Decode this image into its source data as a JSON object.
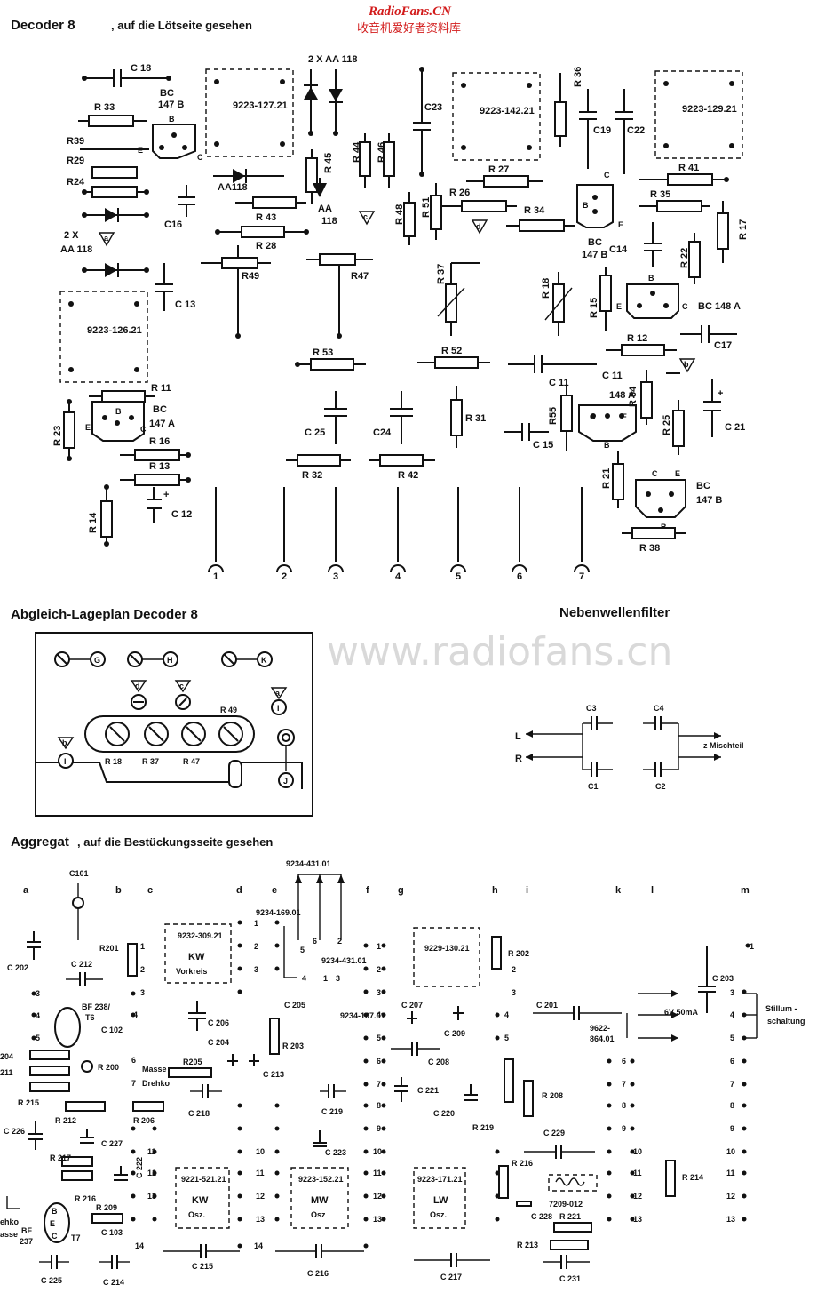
{
  "watermark": {
    "brand": "RadioFans.CN",
    "brand_cn": "收音机爱好者资料库",
    "site": "www.radiofans.cn"
  },
  "decoder": {
    "title": "Decoder 8",
    "subtitle": ", auf die Lötseite gesehen",
    "filters": [
      "9223-127.21",
      "9223-142.21",
      "9223-129.21",
      "9223-126.21"
    ],
    "transistors": [
      "BC 147 B",
      "BC 147 B",
      "BC 148 A",
      "BC 147A",
      "BC 148 A",
      "BC 147 B"
    ],
    "resistors": [
      "R 33",
      "R39",
      "R29",
      "R24",
      "R 43",
      "R 28",
      "R49",
      "R47",
      "R 45",
      "R 44",
      "R 46",
      "R 48",
      "R 51",
      "R 27",
      "R 26",
      "R 34",
      "R 36",
      "R 41",
      "R 35",
      "R 17",
      "R 22",
      "R 18",
      "R 37",
      "R 15",
      "R 12",
      "R 53",
      "R 52",
      "R 31",
      "R 11",
      "R 23",
      "R 16",
      "R 13",
      "R 14",
      "R55",
      "R 54",
      "R 25",
      "R 32",
      "R 42",
      "R 21",
      "R 38"
    ],
    "capacitors": [
      "C 18",
      "C23",
      "C19",
      "C22",
      "C16",
      "C 13",
      "C14",
      "C17",
      "C 11",
      "C 15",
      "C 21",
      "C 25",
      "C24",
      "C 12"
    ],
    "diodes": [
      "2 X AA 118",
      "AA118",
      "AA 118",
      "2 X AA 118"
    ],
    "terminals": [
      "1",
      "2",
      "3",
      "4",
      "5",
      "6",
      "7"
    ],
    "test_points": [
      "a",
      "b",
      "c",
      "d"
    ]
  },
  "align": {
    "title": "Abgleich-Lageplan Decoder 8",
    "points": [
      "G",
      "H",
      "K",
      "I",
      "J"
    ],
    "trimmers": [
      "R 18",
      "R 37",
      "R 47",
      "R 49"
    ],
    "marks": [
      "a",
      "b",
      "c",
      "d"
    ]
  },
  "filter": {
    "title": "Nebenwellenfilter",
    "caps": [
      "C3",
      "C4",
      "C1",
      "C2"
    ],
    "left_labels": [
      "L",
      "R"
    ],
    "right_label": "z Mischteil"
  },
  "aggregat": {
    "title": "Aggregat",
    "subtitle": ", auf die Bestückungsseite gesehen",
    "columns": [
      "a",
      "b",
      "c",
      "d",
      "e",
      "f",
      "g",
      "h",
      "i",
      "k",
      "l",
      "m"
    ],
    "modules": [
      {
        "id": "9232-309.21",
        "l1": "KW",
        "l2": "Vorkreis"
      },
      {
        "id": "9229-130.21",
        "l1": "",
        "l2": ""
      },
      {
        "id": "9221-521.21",
        "l1": "KW",
        "l2": "Osz."
      },
      {
        "id": "9223-152.21",
        "l1": "MW",
        "l2": "Osz"
      },
      {
        "id": "9223-171.21",
        "l1": "LW",
        "l2": "Osz."
      }
    ],
    "parts": [
      "C101",
      "C 202",
      "C 212",
      "R201",
      "BF 238/ T6",
      "C 102",
      "R 200",
      "Masse",
      "Drehko",
      "C 206",
      "C 204",
      "R205",
      "C 218",
      "C 213",
      "R 203",
      "C 205",
      "C 207",
      "C 209",
      "C 208",
      "C 221",
      "C 219",
      "C 223",
      "C 220",
      "R 202",
      "R 208",
      "R 219",
      "C 201",
      "C 229",
      "R 216",
      "C 228",
      "7209-012",
      "R 221",
      "R 213",
      "C 231",
      "C 203",
      "R 214",
      "C 226",
      "C 227",
      "R 217",
      "C 222",
      "R 215",
      "R 212",
      "R 206",
      "R 216",
      "R 209",
      "C 103",
      "C 215",
      "C 216",
      "C 217",
      "C 225",
      "C 214",
      "BF 237",
      "T7"
    ],
    "part_codes": [
      "9234-431.01",
      "9234-169.01",
      "9234-431.01",
      "9234-107.01",
      "9622-864.01"
    ],
    "switch_label": "6V 50mA",
    "switch_side": "Stillum - schaltung",
    "left_edge": [
      "204",
      "211",
      "Drehko",
      "Masse"
    ]
  }
}
